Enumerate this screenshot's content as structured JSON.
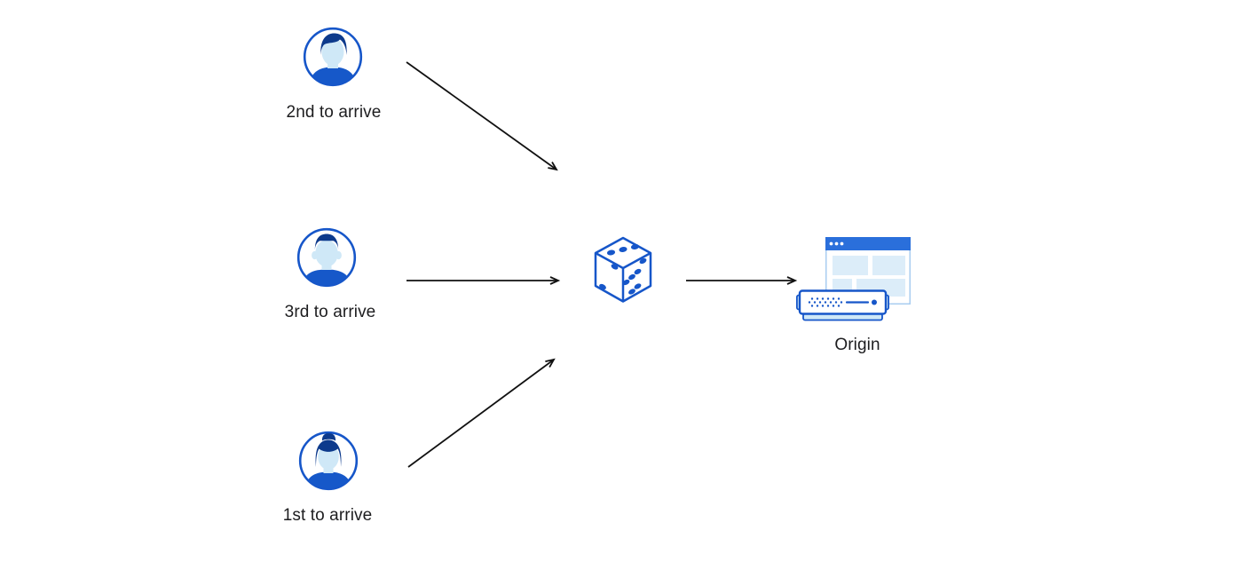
{
  "diagram": {
    "description_type": "flow-diagram",
    "palette": {
      "primary_blue": "#1656c9",
      "shirt_blue": "#1658c9",
      "dark_navy_hair": "#0d3a8c",
      "light_blue_skin": "#cfe8f7",
      "pale_block_blue": "#dcedf9",
      "window_bar_blue": "#2a6fdb",
      "window_border_blue": "#a9cdf0",
      "arrow_black": "#111111",
      "text_color": "#1d1d1f",
      "background": "#ffffff"
    },
    "nodes": {
      "user_second": {
        "label": "2nd to arrive",
        "icon": "user-male-avatar-icon"
      },
      "user_third": {
        "label": "3rd to arrive",
        "icon": "user-male-short-hair-avatar-icon"
      },
      "user_first": {
        "label": "1st to arrive",
        "icon": "user-female-avatar-icon"
      },
      "dice": {
        "label": "",
        "icon": "dice-random-selection-icon"
      },
      "origin": {
        "label": "Origin",
        "icon": "origin-server-browser-icon"
      }
    },
    "edges": [
      {
        "from": "user_second",
        "to": "dice"
      },
      {
        "from": "user_third",
        "to": "dice"
      },
      {
        "from": "user_first",
        "to": "dice"
      },
      {
        "from": "dice",
        "to": "origin"
      }
    ]
  }
}
